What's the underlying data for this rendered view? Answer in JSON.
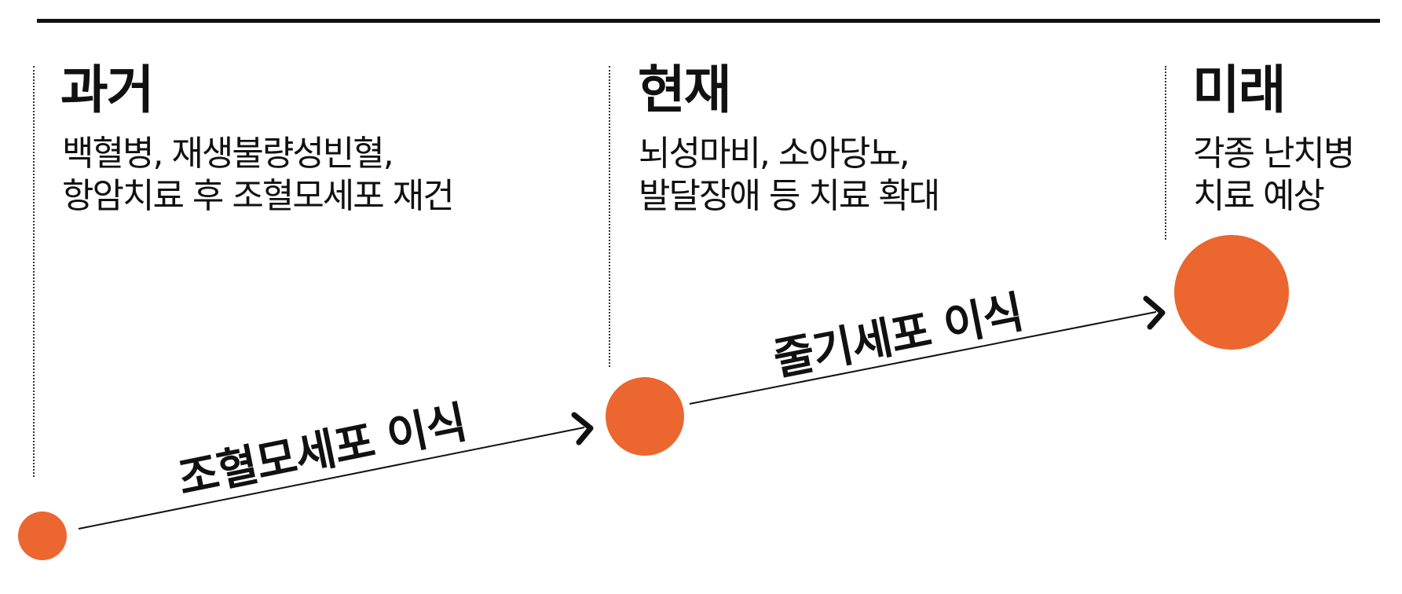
{
  "colors": {
    "accent": "#EC6630",
    "ink": "#111111"
  },
  "eras": [
    {
      "title": "과거",
      "lines": [
        "백혈병, 재생불량성빈혈,",
        "항암치료 후 조혈모세포 재건"
      ]
    },
    {
      "title": "현재",
      "lines": [
        "뇌성마비, 소아당뇨,",
        "발달장애 등 치료 확대"
      ]
    },
    {
      "title": "미래",
      "lines": [
        "각종 난치병",
        "치료 예상"
      ]
    }
  ],
  "transitions": [
    {
      "label": "조혈모세포 이식"
    },
    {
      "label": "줄기세포 이식"
    }
  ]
}
